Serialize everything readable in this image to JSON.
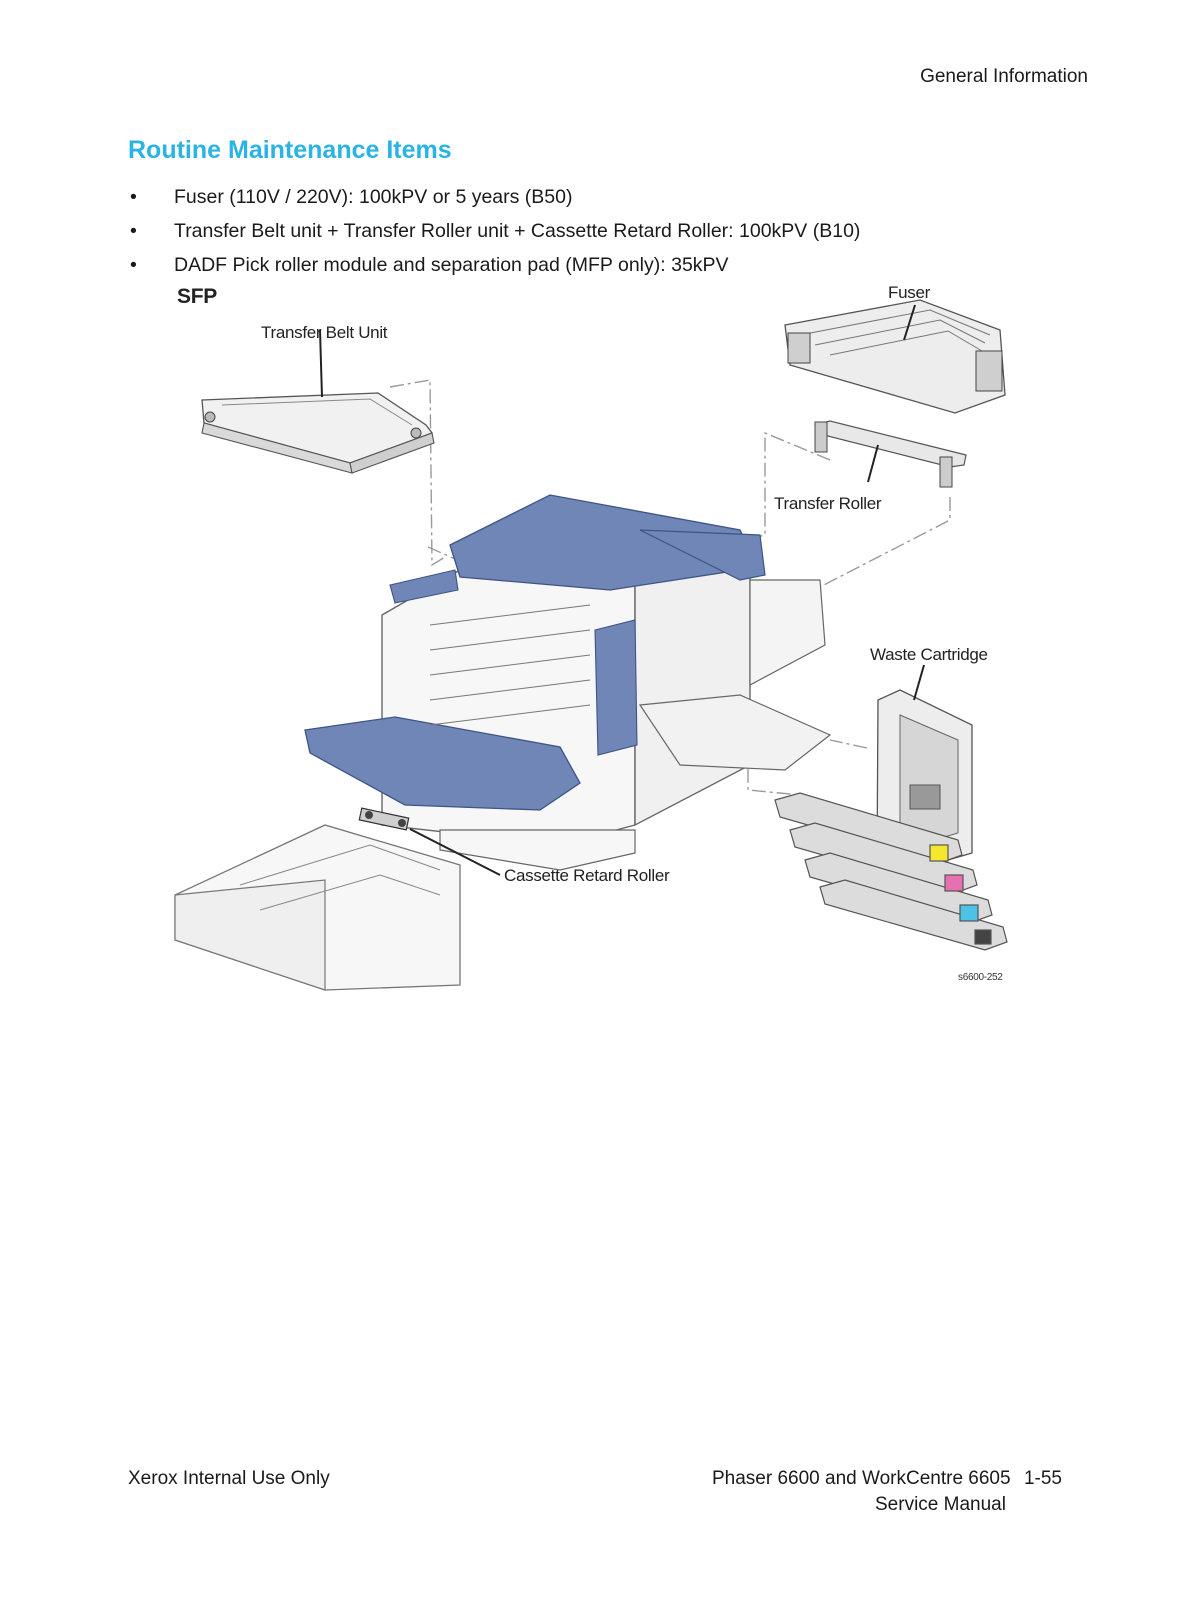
{
  "header": {
    "section": "General Information"
  },
  "section_title": "Routine Maintenance Items",
  "bullets": [
    "Fuser (110V / 220V): 100kPV or 5 years (B50)",
    "Transfer Belt unit + Transfer Roller unit + Cassette Retard Roller: 100kPV (B10)",
    "DADF Pick roller module and separation pad (MFP only): 35kPV"
  ],
  "figure": {
    "heading": "SFP",
    "labels": {
      "transfer_belt_unit": "Transfer Belt Unit",
      "fuser": "Fuser",
      "transfer_roller": "Transfer Roller",
      "waste_cartridge": "Waste Cartridge",
      "cassette_retard_roller": "Cassette Retard Roller"
    },
    "figure_id": "s6600-252",
    "colors": {
      "blue_panels": "#6f86b6",
      "cyan": "#4cc3e6",
      "magenta": "#e86fb0",
      "yellow": "#f6e62e",
      "line_gray": "#9a9a9a"
    }
  },
  "footer": {
    "left": "Xerox Internal Use Only",
    "product": "Phaser 6600 and WorkCentre 6605",
    "page": "1-55",
    "manual": "Service Manual"
  }
}
